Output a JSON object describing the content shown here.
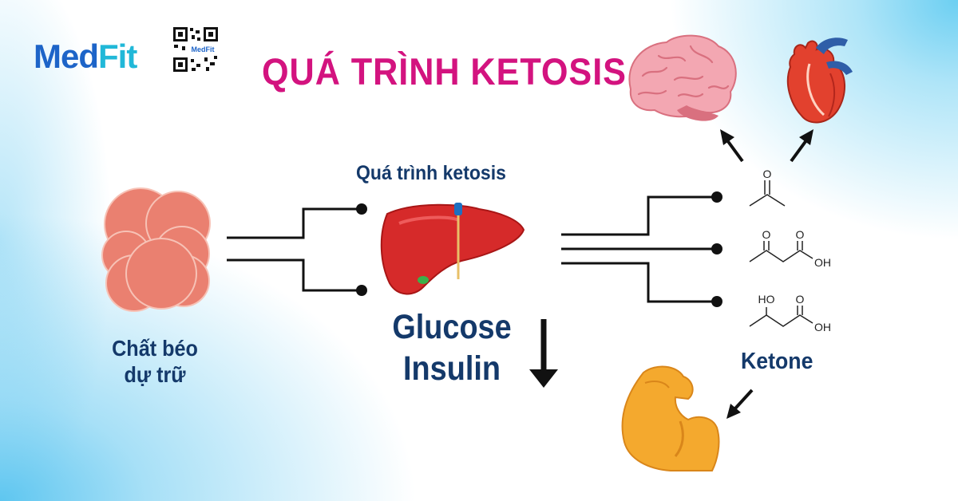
{
  "brand": {
    "logo_part1": "Med",
    "logo_part2": "Fit",
    "qr_text": "MedFit"
  },
  "title": "QUÁ TRÌNH KETOSIS",
  "labels": {
    "process": "Quá trình ketosis",
    "glucose": "Glucose",
    "insulin": "Insulin",
    "fat_line1": "Chất béo",
    "fat_line2": "dự trữ",
    "ketone": "Ketone"
  },
  "chem": {
    "o": "O",
    "oh": "OH",
    "ho": "HO"
  },
  "icons": [
    "fat-cells-icon",
    "liver-icon",
    "brain-icon",
    "heart-icon",
    "muscle-arm-icon",
    "down-arrow-icon",
    "qr-code-icon"
  ],
  "colors": {
    "title": "#d3137f",
    "label": "#14396a",
    "logo_med": "#1d64c8",
    "logo_fit": "#21b8d8",
    "fat": "#ea8070",
    "liver": "#d62a2a",
    "brain": "#f3a7b2",
    "muscle": "#f4a92e"
  }
}
